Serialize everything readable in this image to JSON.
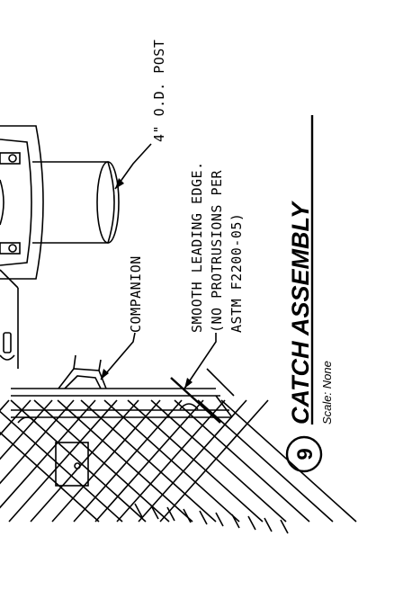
{
  "labels": {
    "post": "4\" O.D. POST",
    "companion": "COMPANION",
    "edge_line1": "SMOOTH LEADING EDGE.",
    "edge_line2": "(NO PROTRUSIONS PER",
    "edge_line3": "ASTM F2200-05)"
  },
  "title_block": {
    "number": "9",
    "title": "CATCH ASSEMBLY",
    "scale": "Scale:  None"
  },
  "colors": {
    "ink": "#000000",
    "background": "#ffffff"
  }
}
